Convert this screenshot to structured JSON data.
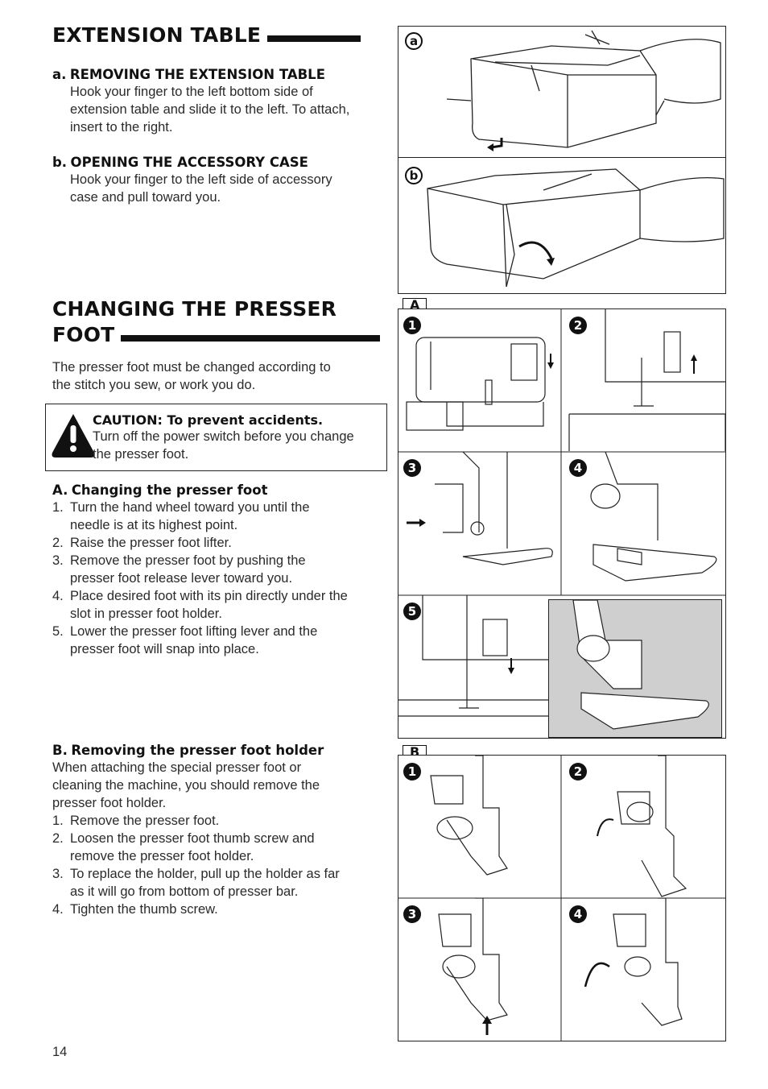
{
  "extension": {
    "title": "EXTENSION TABLE",
    "a_marker": "a.",
    "a_heading": "REMOVING THE EXTENSION TABLE",
    "a_text": [
      "Hook your finger to the left bottom side of",
      "extension table and slide it to the left. To attach,",
      "insert to the right."
    ],
    "b_marker": "b.",
    "b_heading": "OPENING THE ACCESSORY CASE",
    "b_text": [
      "Hook your finger to the left side of accessory",
      "case and pull toward you."
    ]
  },
  "presser": {
    "title_line1": "CHANGING THE PRESSER",
    "title_line2": "FOOT",
    "intro": [
      "The presser foot must be changed according to",
      "the stitch you sew, or work you do."
    ],
    "caution_heading": "CAUTION: To prevent accidents.",
    "caution_text": [
      "Turn off the power switch before you change",
      "the presser foot."
    ],
    "sectionA_marker": "A.",
    "sectionA_heading": "Changing the presser foot",
    "stepsA": [
      {
        "num": "1.",
        "lines": [
          "Turn the hand wheel toward you until the",
          "needle is at its highest point."
        ]
      },
      {
        "num": "2.",
        "lines": [
          "Raise the presser foot lifter."
        ]
      },
      {
        "num": "3.",
        "lines": [
          "Remove the presser foot by pushing the",
          "presser foot release lever toward you."
        ]
      },
      {
        "num": "4.",
        "lines": [
          "Place desired foot with its pin directly under the",
          "slot in presser foot holder."
        ]
      },
      {
        "num": "5.",
        "lines": [
          "Lower the presser foot lifting lever and the",
          "presser foot will snap into place."
        ]
      }
    ],
    "sectionB_marker": "B.",
    "sectionB_heading": "Removing the presser foot holder",
    "sectionB_intro": [
      "When attaching the special presser foot or",
      "cleaning the machine, you should remove the",
      "presser foot holder."
    ],
    "stepsB": [
      {
        "num": "1.",
        "lines": [
          "Remove the presser foot."
        ]
      },
      {
        "num": "2.",
        "lines": [
          "Loosen the presser foot thumb screw and",
          "remove the presser foot holder."
        ]
      },
      {
        "num": "3.",
        "lines": [
          "To replace the holder, pull up the holder as far",
          "as it will go from bottom of presser bar."
        ]
      },
      {
        "num": "4.",
        "lines": [
          "Tighten the thumb screw."
        ]
      }
    ]
  },
  "figures": {
    "label_a": "a",
    "label_b": "b",
    "group_A": "A",
    "group_B": "B",
    "steps_A": [
      "1",
      "2",
      "3",
      "4",
      "5"
    ],
    "steps_B": [
      "1",
      "2",
      "3",
      "4"
    ]
  },
  "page_number": "14"
}
